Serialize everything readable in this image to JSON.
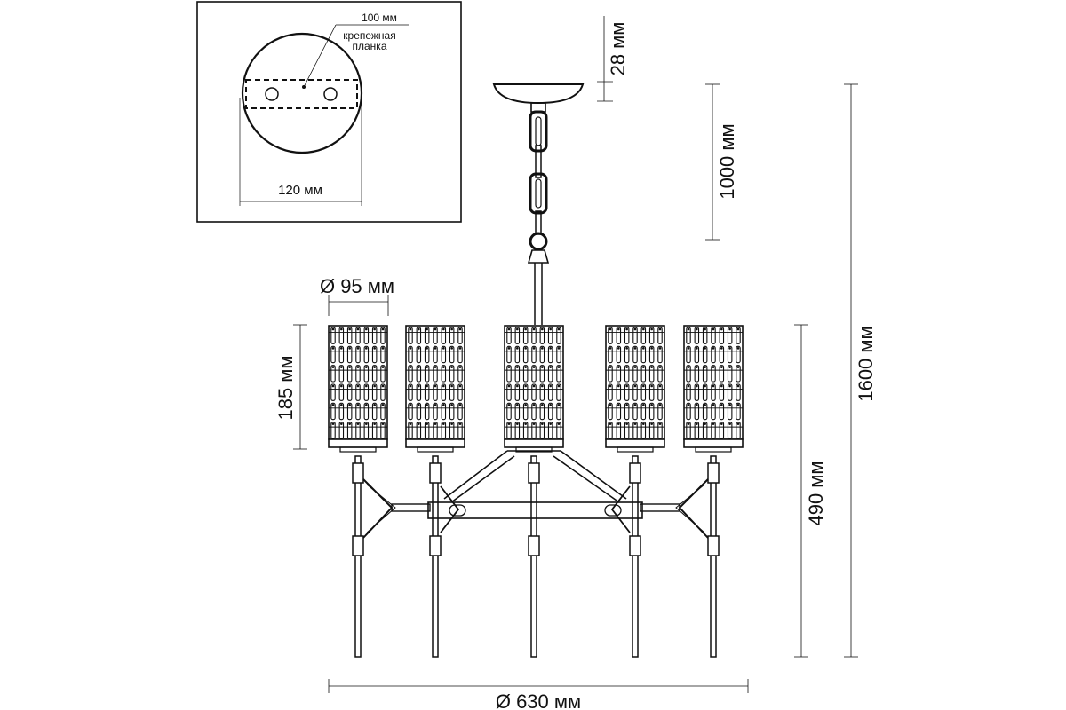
{
  "inset": {
    "bracket_width_label": "100 мм",
    "bracket_name_line1": "крепежная",
    "bracket_name_line2": "планка",
    "canopy_diameter_label": "120 мм"
  },
  "dimensions": {
    "canopy_height": "28 мм",
    "chain_length": "1000 мм",
    "total_height": "1600 мм",
    "body_height": "490 мм",
    "shade_height": "185 мм",
    "shade_diameter": "Ø 95 мм",
    "overall_diameter": "Ø 630 мм"
  },
  "chandelier": {
    "shade_count": 5,
    "shade_rows": 6,
    "shade_columns": 7
  },
  "colors": {
    "line": "#111111",
    "background": "#ffffff"
  }
}
